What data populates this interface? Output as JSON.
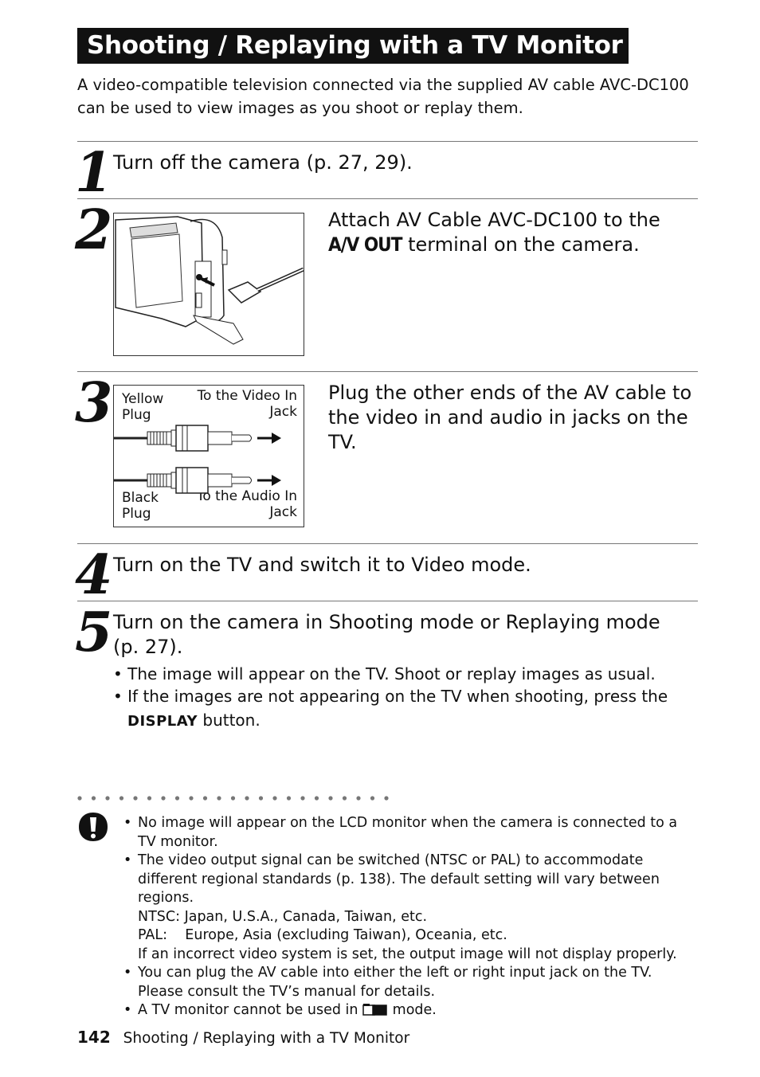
{
  "page_title": "Shooting / Replaying with a TV Monitor",
  "intro": "A video-compatible television connected via the supplied AV cable AVC-DC100 can be used to view images as you shoot or replay them.",
  "steps": [
    {
      "num": "1",
      "text": "Turn off the camera (p. 27, 29)."
    },
    {
      "num": "2",
      "text_before": "Attach AV Cable AVC-DC100 to the",
      "terminal_label": "A/V OUT",
      "text_after": "terminal on the camera."
    },
    {
      "num": "3",
      "text": "Plug the other ends of the AV cable to the video in and audio in jacks on the TV."
    },
    {
      "num": "4",
      "text": "Turn on the TV and switch it to Video mode."
    },
    {
      "num": "5",
      "text": "Turn on the camera in Shooting mode or Replaying mode (p. 27)."
    }
  ],
  "figure3": {
    "yellow_plug": "Yellow Plug",
    "video_jack": "To the Video In Jack",
    "black_plug": "Black Plug",
    "audio_jack": "To the Audio In Jack"
  },
  "step5_bullets": {
    "b1": "• The image will appear on the TV. Shoot or replay images as usual.",
    "b2": "• If the images are not appearing on the TV when shooting, press the",
    "display_label": "DISPLAY",
    "b2_end": "button."
  },
  "notes": {
    "n1": "No image will appear on the LCD monitor when the camera is connected to a TV monitor.",
    "n2": "The video output signal can be switched (NTSC or PAL) to accommodate different regional standards (p. 138). The default setting will vary between regions.",
    "ntsc": "NTSC: Japan, U.S.A., Canada, Taiwan, etc.",
    "pal": "PAL:    Europe, Asia (excluding Taiwan), Oceania, etc.",
    "incorrect": "If an incorrect video system is set, the output image will not display properly.",
    "n3": "You can plug the AV cable into either the left or right input jack on the TV. Please consult the TV’s manual for details.",
    "n4_before": "A TV monitor cannot be used in",
    "n4_after": "mode.",
    "bullet": "•"
  },
  "footer": {
    "page_number": "142",
    "section": "Shooting / Replaying with a TV Monitor"
  }
}
